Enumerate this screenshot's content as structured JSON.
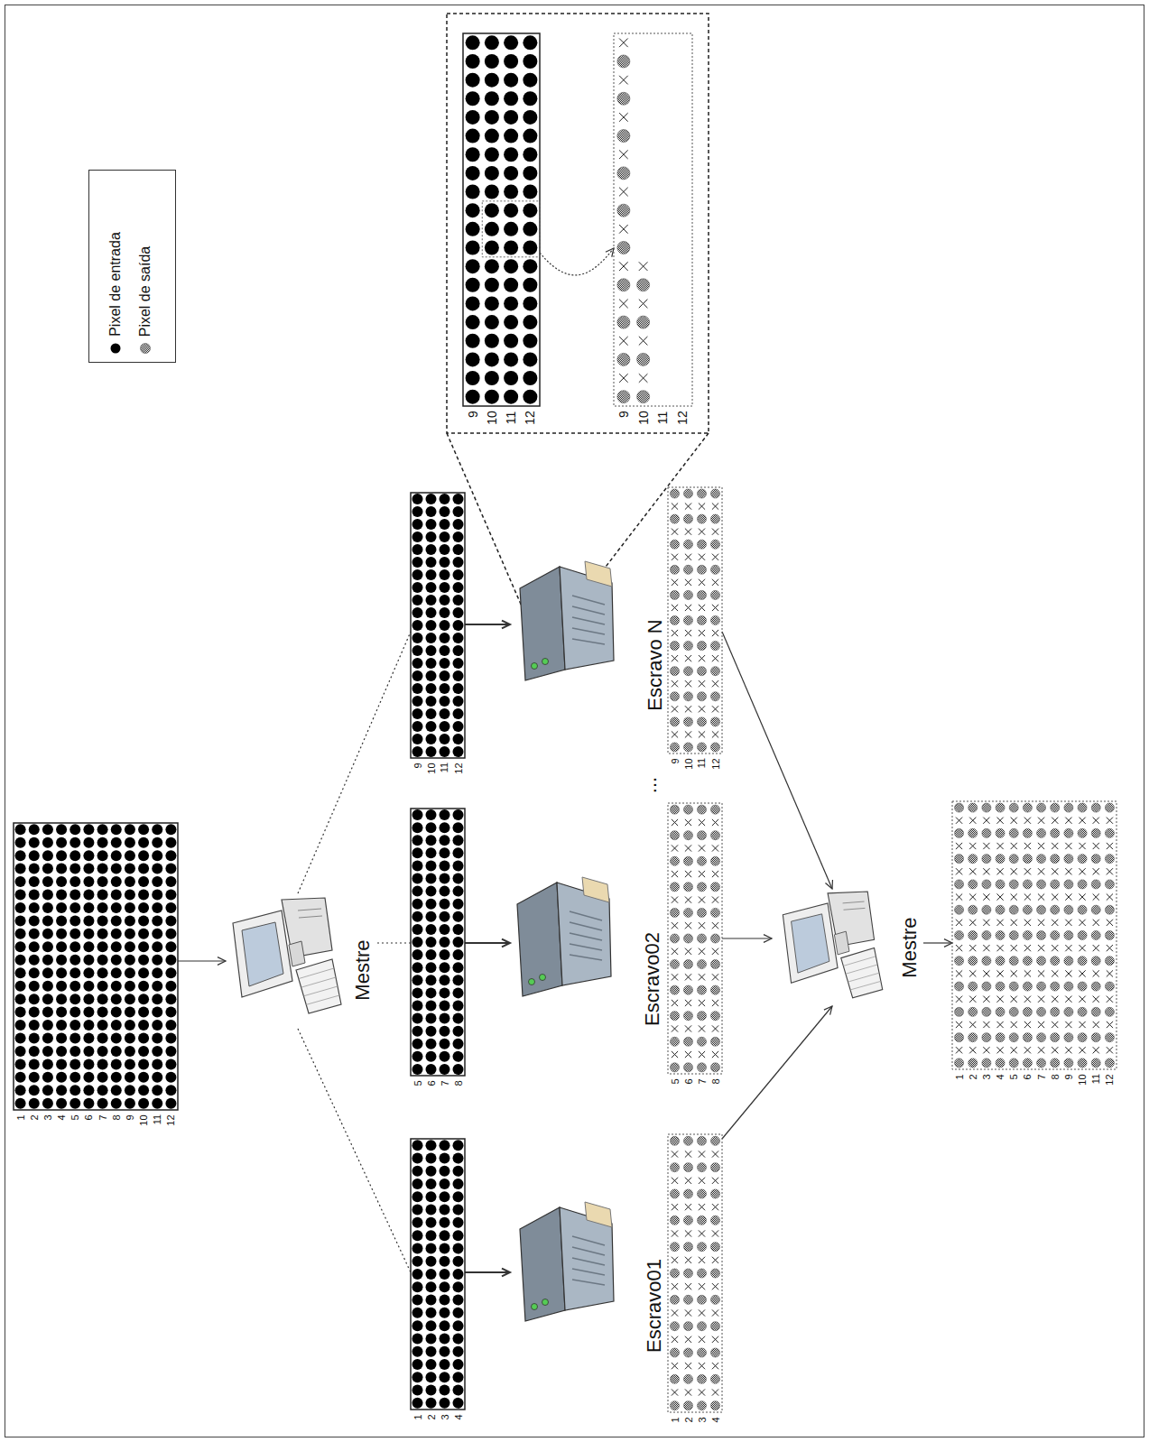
{
  "diagram": {
    "nodes": [
      {
        "text": [
          "1",
          "2",
          "3",
          "4",
          "5",
          "6",
          "7",
          "8",
          "9",
          "10",
          "11",
          "12"
        ]
      },
      {
        "text": [
          "Mestre"
        ]
      },
      {
        "text": [
          "1",
          "2",
          "3",
          "4"
        ]
      },
      {
        "text": [
          "5",
          "6",
          "7",
          "8"
        ]
      },
      {
        "text": [
          "9",
          "10",
          "11",
          "12"
        ]
      },
      {
        "text": [
          "Escravo01"
        ]
      },
      {
        "text": [
          "Escravo02"
        ]
      },
      {
        "text": [
          "Escravo N"
        ]
      },
      {
        "text": [
          "1",
          "2",
          "3",
          "4"
        ]
      },
      {
        "text": [
          "5",
          "6",
          "7",
          "8"
        ]
      },
      {
        "text": [
          "9",
          "10",
          "11",
          "12"
        ]
      },
      {
        "text": [
          "Mestre"
        ]
      },
      {
        "text": [
          "1",
          "2",
          "3",
          "4",
          "5",
          "6",
          "7",
          "8",
          "9",
          "10",
          "11",
          "12"
        ]
      },
      {
        "text": [
          "9",
          "10",
          "11",
          "12"
        ]
      },
      {
        "text": [
          "9",
          "10",
          "11",
          "12"
        ]
      }
    ],
    "edges": [
      {
        "from": 0,
        "to": 1,
        "arrow": "to"
      },
      {
        "from": 1,
        "to": 2,
        "arrow": "none"
      },
      {
        "from": 1,
        "to": 3,
        "arrow": "none"
      },
      {
        "from": 1,
        "to": 4,
        "arrow": "none"
      },
      {
        "from": 2,
        "to": 5,
        "arrow": "to"
      },
      {
        "from": 3,
        "to": 6,
        "arrow": "to"
      },
      {
        "from": 4,
        "to": 7,
        "arrow": "to"
      },
      {
        "from": 8,
        "to": 11,
        "arrow": "to"
      },
      {
        "from": 9,
        "to": 11,
        "arrow": "to"
      },
      {
        "from": 10,
        "to": 11,
        "arrow": "to"
      },
      {
        "from": 11,
        "to": 12,
        "arrow": "to"
      },
      {
        "from": 13,
        "to": 14,
        "arrow": "to"
      }
    ],
    "labels": [
      "..."
    ],
    "legend": [
      {
        "text": "Pixel de entrada"
      },
      {
        "text": "Pixel de saída"
      }
    ]
  }
}
